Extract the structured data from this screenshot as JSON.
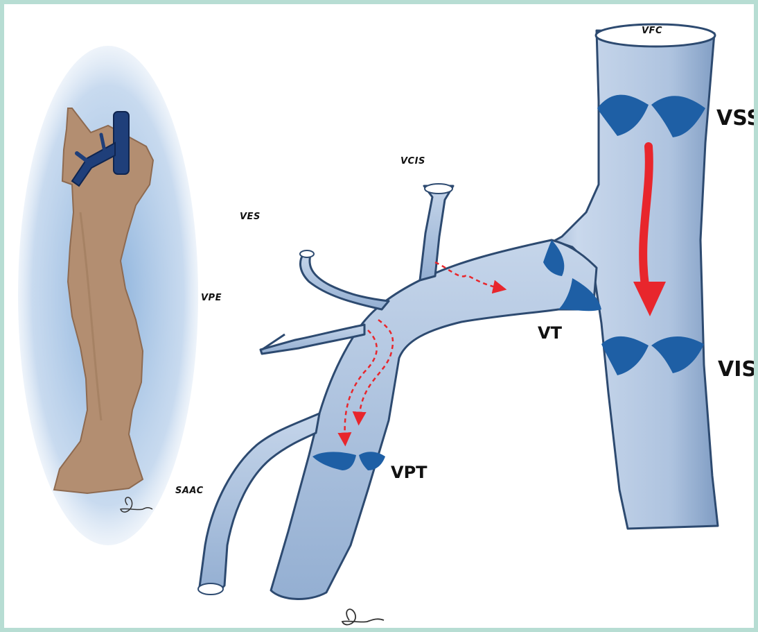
{
  "figure": {
    "labels": {
      "vfc": "VFC",
      "vss": "VSS",
      "vcis": "VCIS",
      "ves": "VES",
      "vpe": "VPE",
      "vt": "VT",
      "vis": "VIS",
      "vpt": "VPT",
      "saac": "SAAC"
    }
  },
  "colors": {
    "frame": "#b7ddd3",
    "vein_fill": "#b4c9e2",
    "vein_stroke": "#2d4a70",
    "valve": "#1e5fa5",
    "flow_arrow": "#e8262c",
    "leg_skin": "#b38e71",
    "leg_glow": "#7aa6d6"
  },
  "icons": [
    "leg-illustration",
    "femoral-vein",
    "saphenous-vein",
    "valve-cusp",
    "flow-arrow",
    "signature"
  ]
}
